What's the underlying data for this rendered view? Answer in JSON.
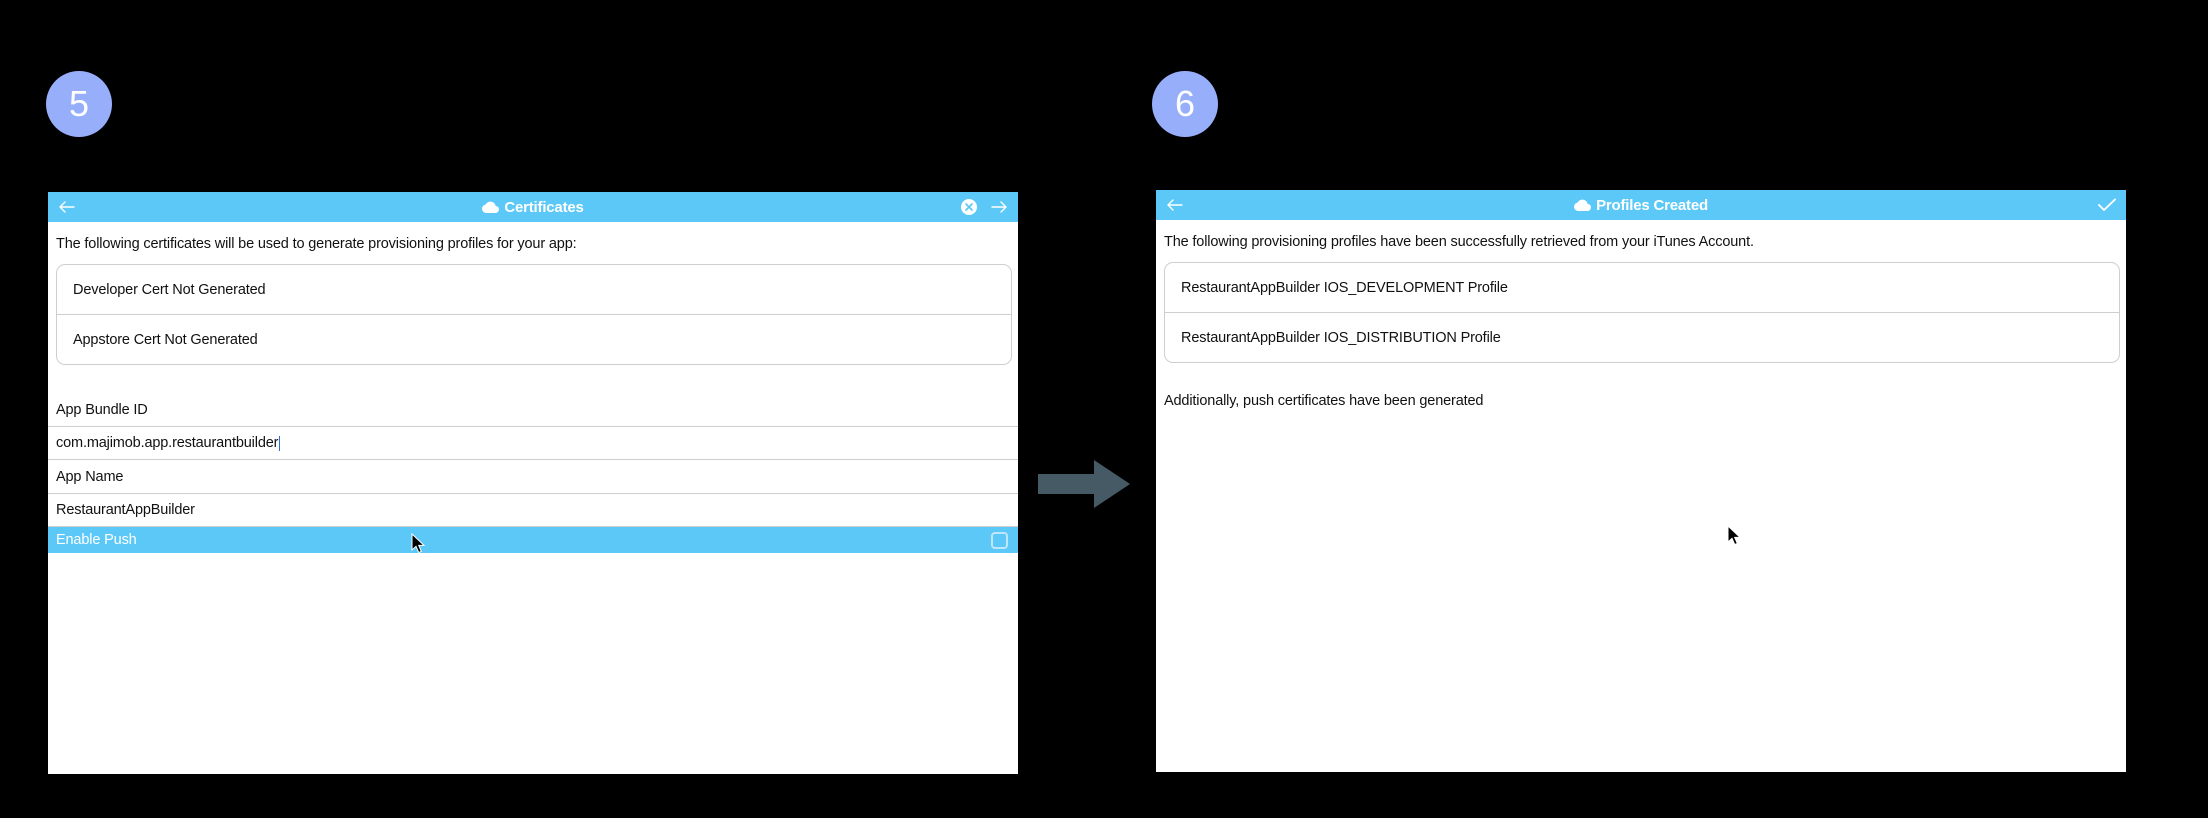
{
  "theme": {
    "page_background": "#000000",
    "badge_color": "#97AFFA",
    "titlebar_color": "#5BC8F7",
    "arrow_color": "#465A66",
    "caret_color": "#2b6fd6"
  },
  "steps": [
    {
      "number": "5"
    },
    {
      "number": "6"
    }
  ],
  "panel_certificates": {
    "titlebar": {
      "back_icon": "left-arrow-icon",
      "cloud_icon": "cloud-icon",
      "title": "Certificates",
      "close_icon": "circle-x-icon",
      "forward_icon": "right-arrow-icon"
    },
    "intro": "The following certificates will be used to generate provisioning profiles for your app:",
    "certificates": [
      "Developer Cert Not Generated",
      "Appstore Cert Not Generated"
    ],
    "fields": [
      {
        "label": "App Bundle ID",
        "value": "com.majimob.app.restaurantbuilder",
        "focused": true
      },
      {
        "label": "App Name",
        "value": "RestaurantAppBuilder",
        "focused": false
      }
    ],
    "toggle": {
      "label": "Enable Push",
      "checked": false,
      "selected": true
    }
  },
  "panel_profiles": {
    "titlebar": {
      "back_icon": "left-arrow-icon",
      "cloud_icon": "cloud-icon",
      "title": "Profiles Created",
      "confirm_icon": "checkmark-icon"
    },
    "intro": "The following provisioning profiles have been successfully retrieved from your iTunes Account.",
    "profiles": [
      "RestaurantAppBuilder IOS_DEVELOPMENT Profile",
      "RestaurantAppBuilder IOS_DISTRIBUTION Profile"
    ],
    "note": "Additionally, push certificates have been generated"
  },
  "flow": {
    "arrow_icon": "right-arrow-icon"
  }
}
